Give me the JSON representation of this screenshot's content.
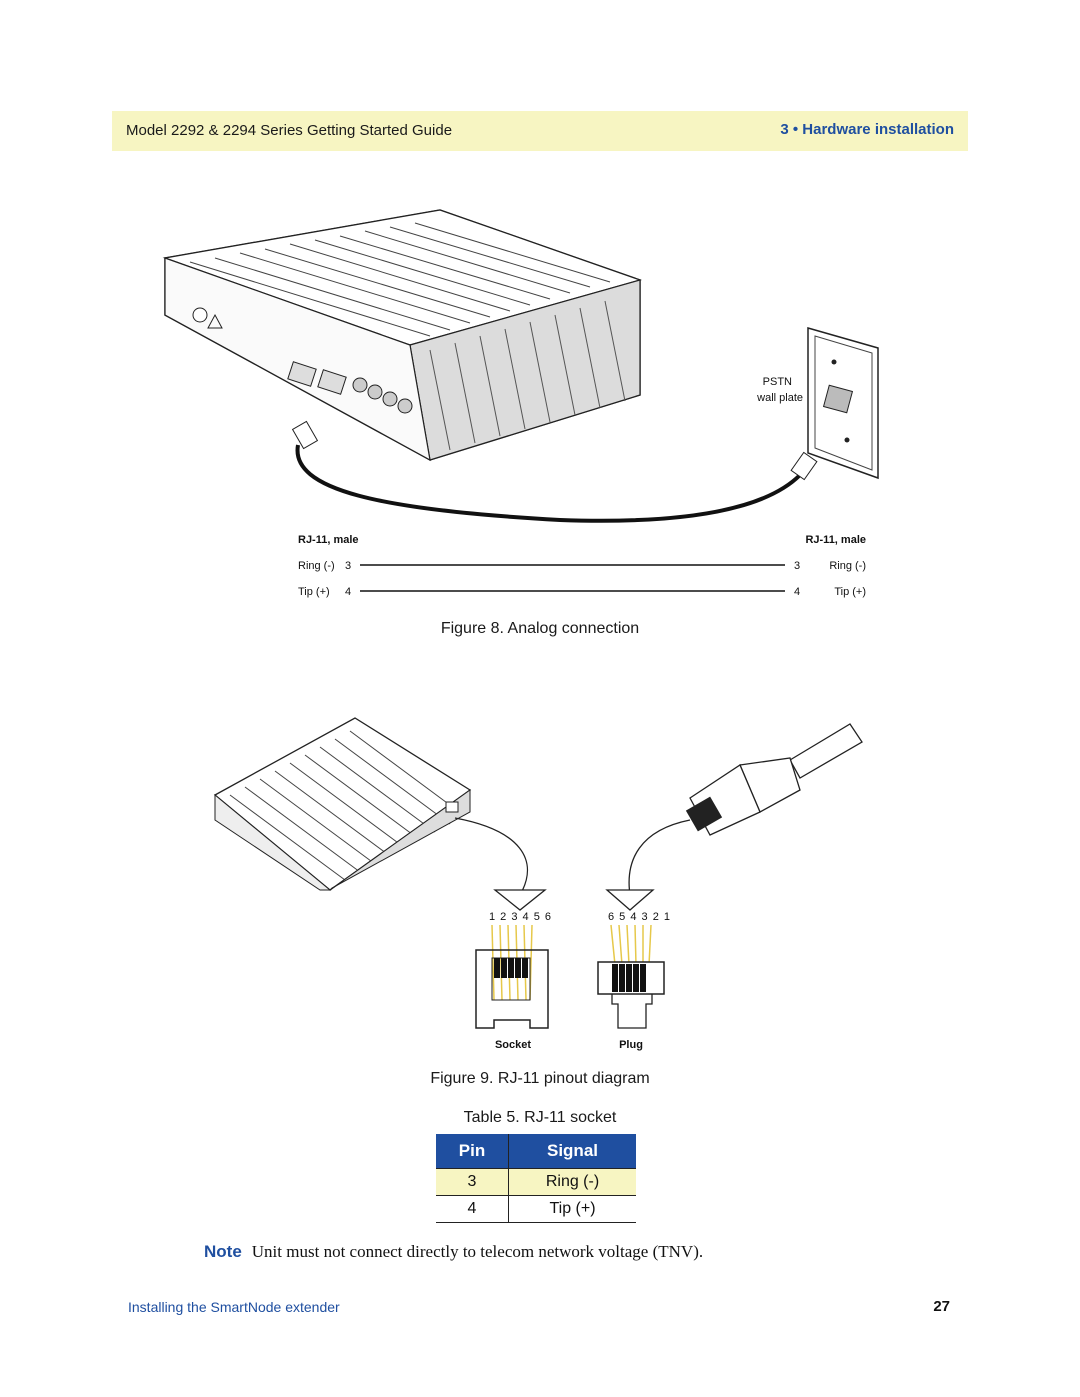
{
  "header": {
    "title": "Model 2292 & 2294 Series Getting Started Guide",
    "section": "3 • Hardware installation"
  },
  "figure8": {
    "pstn_label_line1": "PSTN",
    "pstn_label_line2": "wall plate",
    "left_connector": "RJ-11, male",
    "right_connector": "RJ-11, male",
    "left_ring": "Ring (-)",
    "left_ring_pin": "3",
    "left_tip": "Tip (+)",
    "left_tip_pin": "4",
    "right_ring": "Ring (-)",
    "right_ring_pin": "3",
    "right_tip": "Tip (+)",
    "right_tip_pin": "4",
    "caption": "Figure 8. Analog connection"
  },
  "figure9": {
    "socket_numbers": "1 2 3 4 5 6",
    "plug_numbers": "6 5 4 3 2 1",
    "socket_label": "Socket",
    "plug_label": "Plug",
    "caption": "Figure 9. RJ-11 pinout diagram"
  },
  "table5": {
    "caption": "Table 5. RJ-11 socket",
    "headers": [
      "Pin",
      "Signal"
    ],
    "rows": [
      {
        "pin": "3",
        "signal": "Ring (-)"
      },
      {
        "pin": "4",
        "signal": "Tip (+)"
      }
    ]
  },
  "note": {
    "label": "Note",
    "text": "Unit must not connect directly to telecom network voltage (TNV)."
  },
  "footer": {
    "left": "Installing the SmartNode extender",
    "page_number": "27"
  },
  "colors": {
    "accent_blue": "#1f4fa0",
    "highlight_yellow": "#f7f5c2",
    "wire_yellow": "#e6c84a"
  }
}
